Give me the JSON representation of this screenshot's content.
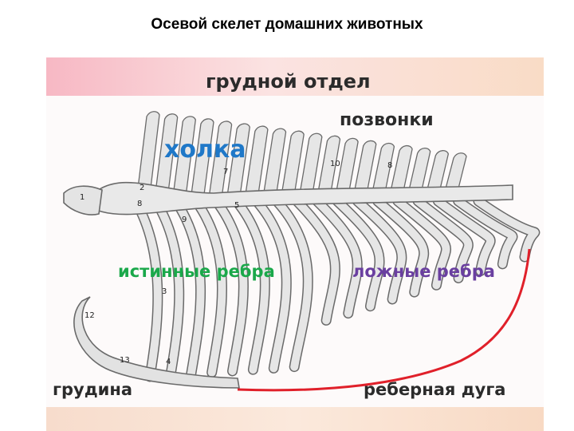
{
  "slide": {
    "title": "Осевой скелет домашних животных"
  },
  "figure": {
    "labels": {
      "thoracic_section": "грудной отдел",
      "vertebrae": "позвонки",
      "crest": "холка",
      "true_ribs": "истинные ребра",
      "false_ribs": "ложные ребра",
      "sternum": "грудина",
      "costal_arch": "реберная дуга"
    },
    "numbers": [
      "1",
      "2",
      "8",
      "9",
      "7",
      "5",
      "10",
      "8",
      "3",
      "12",
      "13",
      "4"
    ],
    "colors": {
      "crest": "#1f78c8",
      "true_ribs": "#1aa84a",
      "false_ribs": "#6a3fa0",
      "costal_arch_line": "#e0202a",
      "bone": "#e6e6e6",
      "bone_outline": "#6a6a6a"
    }
  }
}
